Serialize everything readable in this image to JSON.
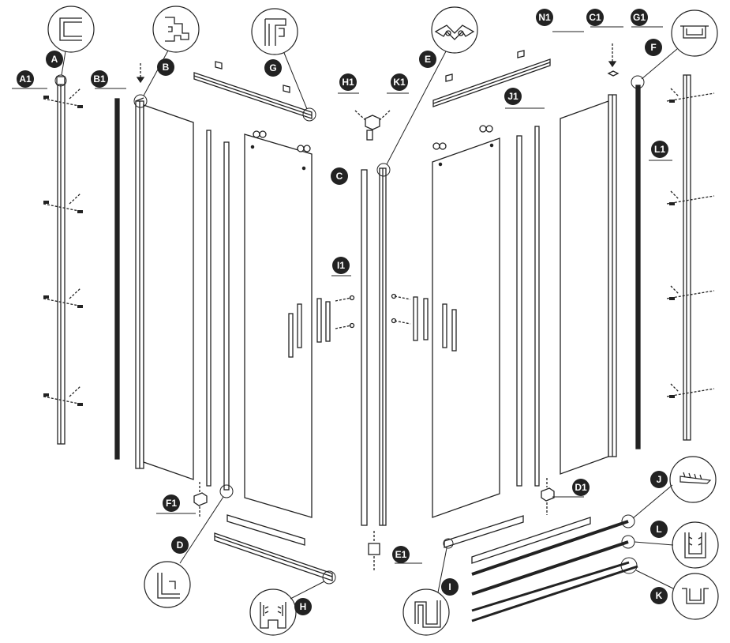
{
  "labels": {
    "A": "A",
    "A1": "A1",
    "B": "B",
    "B1": "B1",
    "C": "C",
    "C1": "C1",
    "D": "D",
    "D1": "D1",
    "E": "E",
    "E1": "E1",
    "F": "F",
    "F1": "F1",
    "G": "G",
    "G1": "G1",
    "H": "H",
    "H1": "H1",
    "I": "I",
    "I1": "I1",
    "J": "J",
    "J1": "J1",
    "K": "K",
    "K1": "K1",
    "L": "L",
    "L1": "L1",
    "N1": "N1"
  },
  "colors": {
    "ink": "#222222",
    "bg": "#ffffff"
  }
}
